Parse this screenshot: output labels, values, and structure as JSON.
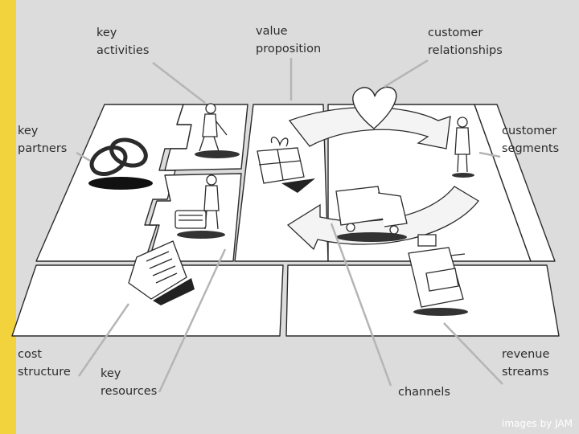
{
  "labels": {
    "key_activities": "key\nactivities",
    "value_proposition": "value\nproposition",
    "customer_relationships": "customer\nrelationships",
    "key_partners": "key\npartners",
    "customer_segments": "customer\nsegments",
    "cost_structure": "cost\nstructure",
    "key_resources": "key\nresources",
    "channels": "channels",
    "revenue_streams": "revenue\nstreams"
  },
  "credit": "images by JAM",
  "colors": {
    "accent": "#f2d33e",
    "background": "#dcdcdc",
    "board": "#ffffff",
    "ink": "#2b2b2b",
    "leader": "#b5b5b5"
  }
}
